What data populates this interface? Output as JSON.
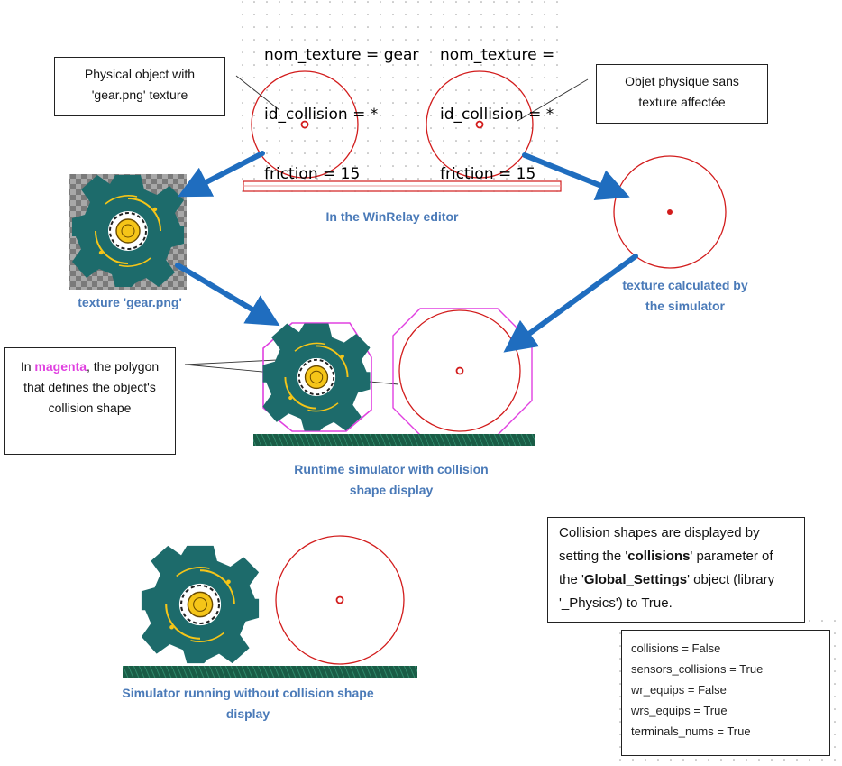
{
  "colors": {
    "accent_caption": "#4a7ab8",
    "arrow": "#1f6dbf",
    "circle": "#d21c1c",
    "magenta": "#e040e0",
    "gear": "#1d6b6b",
    "gear_center": "#f5c518",
    "ground": "#1a5c46"
  },
  "objects": {
    "left": {
      "nom_texture": "nom_texture = gear",
      "id_collision": "id_collision = *",
      "friction": "friction = 15"
    },
    "right": {
      "nom_texture": "nom_texture =",
      "id_collision": "id_collision = *",
      "friction": "friction = 15"
    }
  },
  "callouts": {
    "physical_object": "Physical object with 'gear.png' texture",
    "objet_physique": "Objet physique sans texture affectée",
    "magenta_prefix": "In ",
    "magenta_word": "magenta",
    "magenta_suffix": ", the polygon that defines the object's collision shape"
  },
  "captions": {
    "editor": "In the WinRelay editor",
    "texture_gear": "texture 'gear.png'",
    "texture_calculated": "texture calculated by the simulator",
    "runtime": "Runtime simulator with collision shape display",
    "without": "Simulator running without collision shape display"
  },
  "note": {
    "part1": "Collision shapes are displayed by setting the '",
    "collisions": "collisions",
    "part2": "' parameter of the '",
    "global": "Global_Settings",
    "part3": "' object (library '_Physics') to True."
  },
  "settings_panel": {
    "rows": [
      "collisions = False",
      "sensors_collisions = True",
      "wr_equips = False",
      "wrs_equips = True",
      "terminals_nums = True"
    ]
  },
  "icons": [
    "gear-icon",
    "arrow-icon"
  ]
}
